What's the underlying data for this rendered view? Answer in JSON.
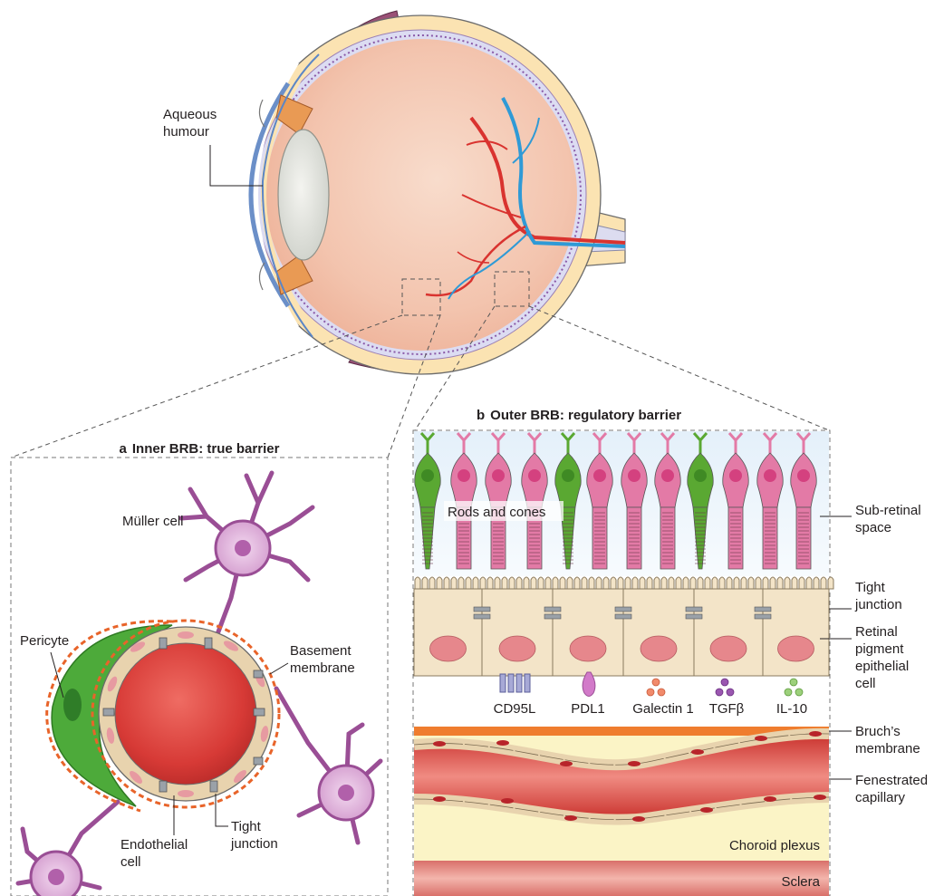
{
  "eye": {
    "aqueous_label_line1": "Aqueous",
    "aqueous_label_line2": "humour"
  },
  "panel_a": {
    "letter": "a",
    "title": "Inner BRB: true barrier",
    "labels": {
      "muller": "Müller cell",
      "pericyte": "Pericyte",
      "basement_line1": "Basement",
      "basement_line2": "membrane",
      "endothelial_line1": "Endothelial",
      "endothelial_line2": "cell",
      "tight_line1": "Tight",
      "tight_line2": "junction"
    }
  },
  "panel_b": {
    "letter": "b",
    "title": "Outer BRB: regulatory barrier",
    "labels": {
      "rods_cones": "Rods and cones",
      "subretinal_line1": "Sub-retinal",
      "subretinal_line2": "space",
      "tight_line1": "Tight",
      "tight_line2": "junction",
      "rpe_line1": "Retinal",
      "rpe_line2": "pigment",
      "rpe_line3": "epithelial",
      "rpe_line4": "cell",
      "bruch_line1": "Bruch’s",
      "bruch_line2": "membrane",
      "fenestrated_line1": "Fenestrated",
      "fenestrated_line2": "capillary",
      "choroid": "Choroid plexus",
      "sclera": "Sclera"
    },
    "molecules": [
      "CD95L",
      "PDL1",
      "Galectin 1",
      "TGFβ",
      "IL-10"
    ]
  },
  "colors": {
    "rod_green": "#5aa832",
    "cone_pink": "#e37aa6",
    "rpe_cell": "#f3e4c8",
    "vessel_red": "#d9332f",
    "vessel_blue": "#2f9ad6",
    "muller_purple": "#c27fbd",
    "pericyte_green": "#4daa3a",
    "bruch_orange": "#ef7d2e",
    "basement_orange": "#e8642a"
  }
}
